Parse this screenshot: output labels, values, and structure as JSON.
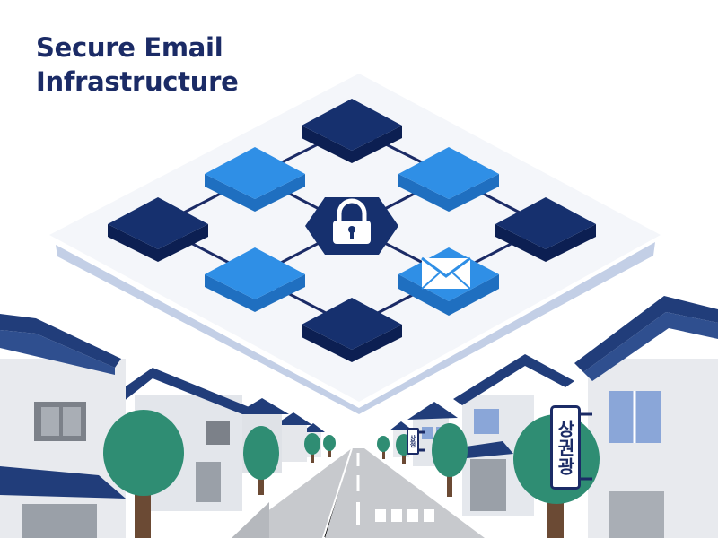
{
  "headline": {
    "line1": "Secure Email",
    "line2": "Infrastructure"
  },
  "street": {
    "shop_sign_text": "상권광",
    "small_sign_text": "상점"
  },
  "icons": [
    "padlock-icon",
    "envelope-icon"
  ],
  "colors": {
    "navy": "#1b2b66",
    "node_dark": "#16306e",
    "node_light": "#2f8fe6",
    "platform_shadow": "#c3cfe6",
    "roof": "#213d7a",
    "tree": "#2f8d73",
    "road": "#c7c9cd"
  }
}
